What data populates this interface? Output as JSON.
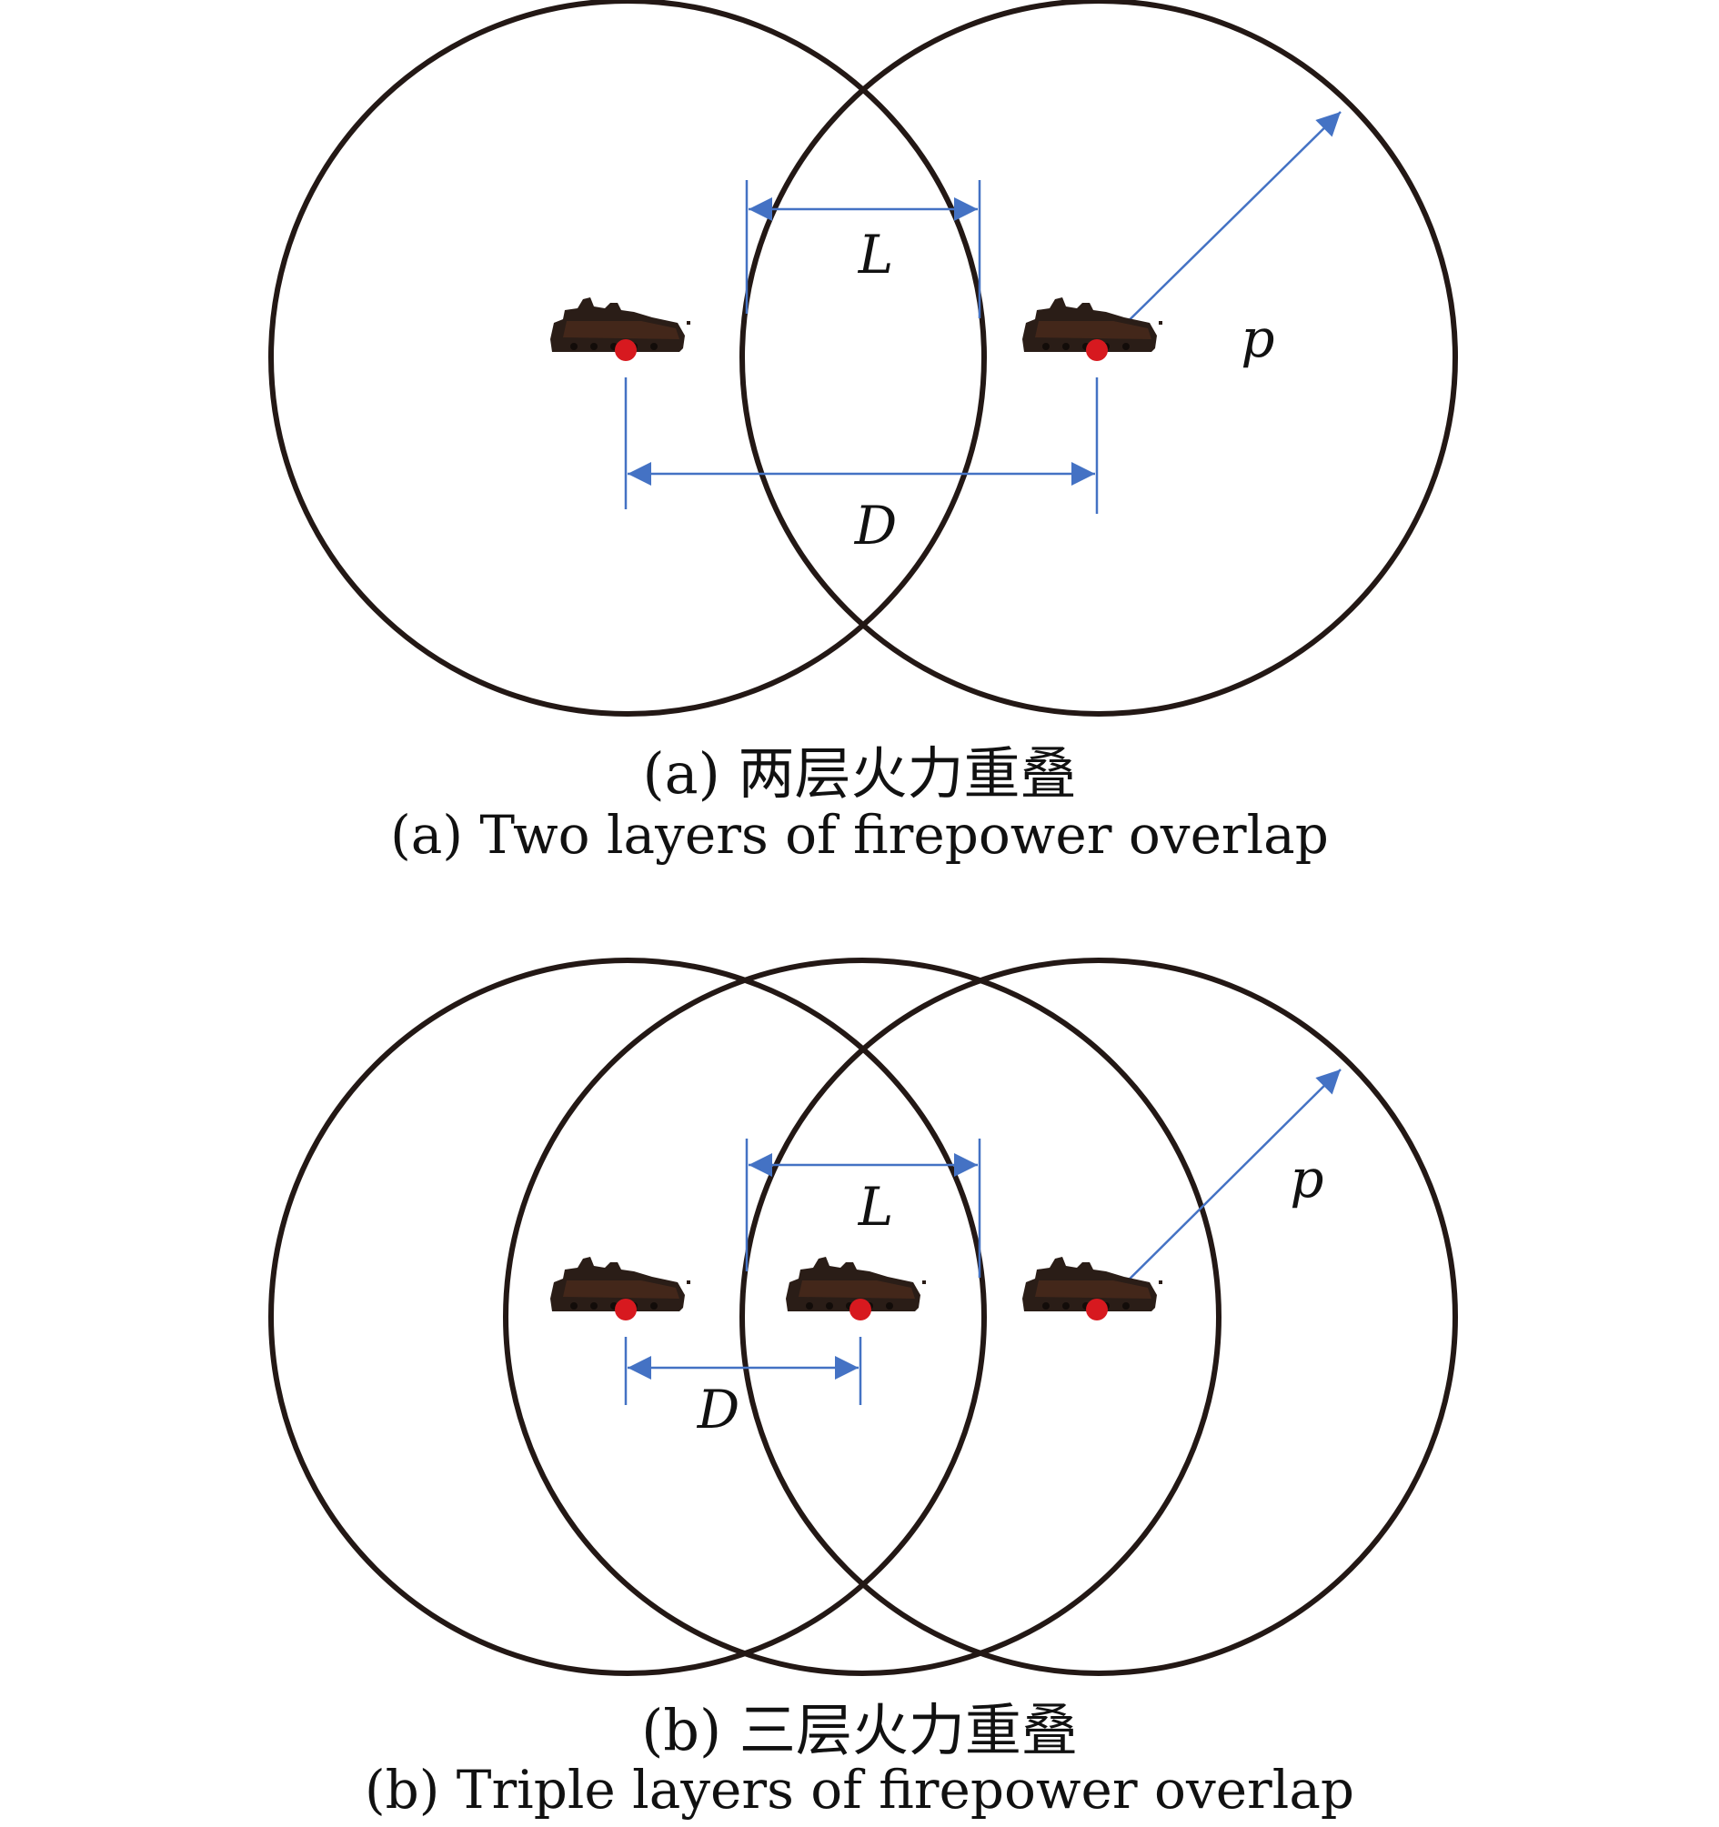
{
  "colors": {
    "circle": "#231815",
    "dimension": "#4472C4",
    "marker": "#D7191F",
    "vehicle": "#2a1d17"
  },
  "icons": {
    "vehicle": "armored-vehicle-icon",
    "center": "center-dot-icon"
  },
  "panel_a": {
    "label_L": "L",
    "label_D": "D",
    "label_p": "p",
    "caption_cn": "(a) 两层火力重叠",
    "caption_en": "(a) Two layers of firepower overlap"
  },
  "panel_b": {
    "label_L": "L",
    "label_D": "D",
    "label_p": "p",
    "caption_cn": "(b) 三层火力重叠",
    "caption_en": "(b) Triple layers of firepower overlap"
  }
}
